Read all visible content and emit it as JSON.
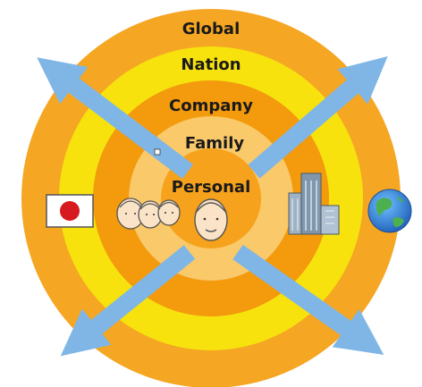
{
  "diagram": {
    "rings": [
      {
        "label": "Global",
        "color": "#f5a623"
      },
      {
        "label": "Nation",
        "color": "#f7e20e"
      },
      {
        "label": "Company",
        "color": "#f39a0d"
      },
      {
        "label": "Family",
        "color": "#f9c96a"
      },
      {
        "label": "Personal",
        "color": "#f6a21c"
      }
    ],
    "arrow_color": "#7fb6e6",
    "icons": {
      "nation": "japan-flag-icon",
      "family": "family-faces-icon",
      "personal": "person-face-icon",
      "company": "office-buildings-icon",
      "global": "earth-globe-icon"
    }
  }
}
